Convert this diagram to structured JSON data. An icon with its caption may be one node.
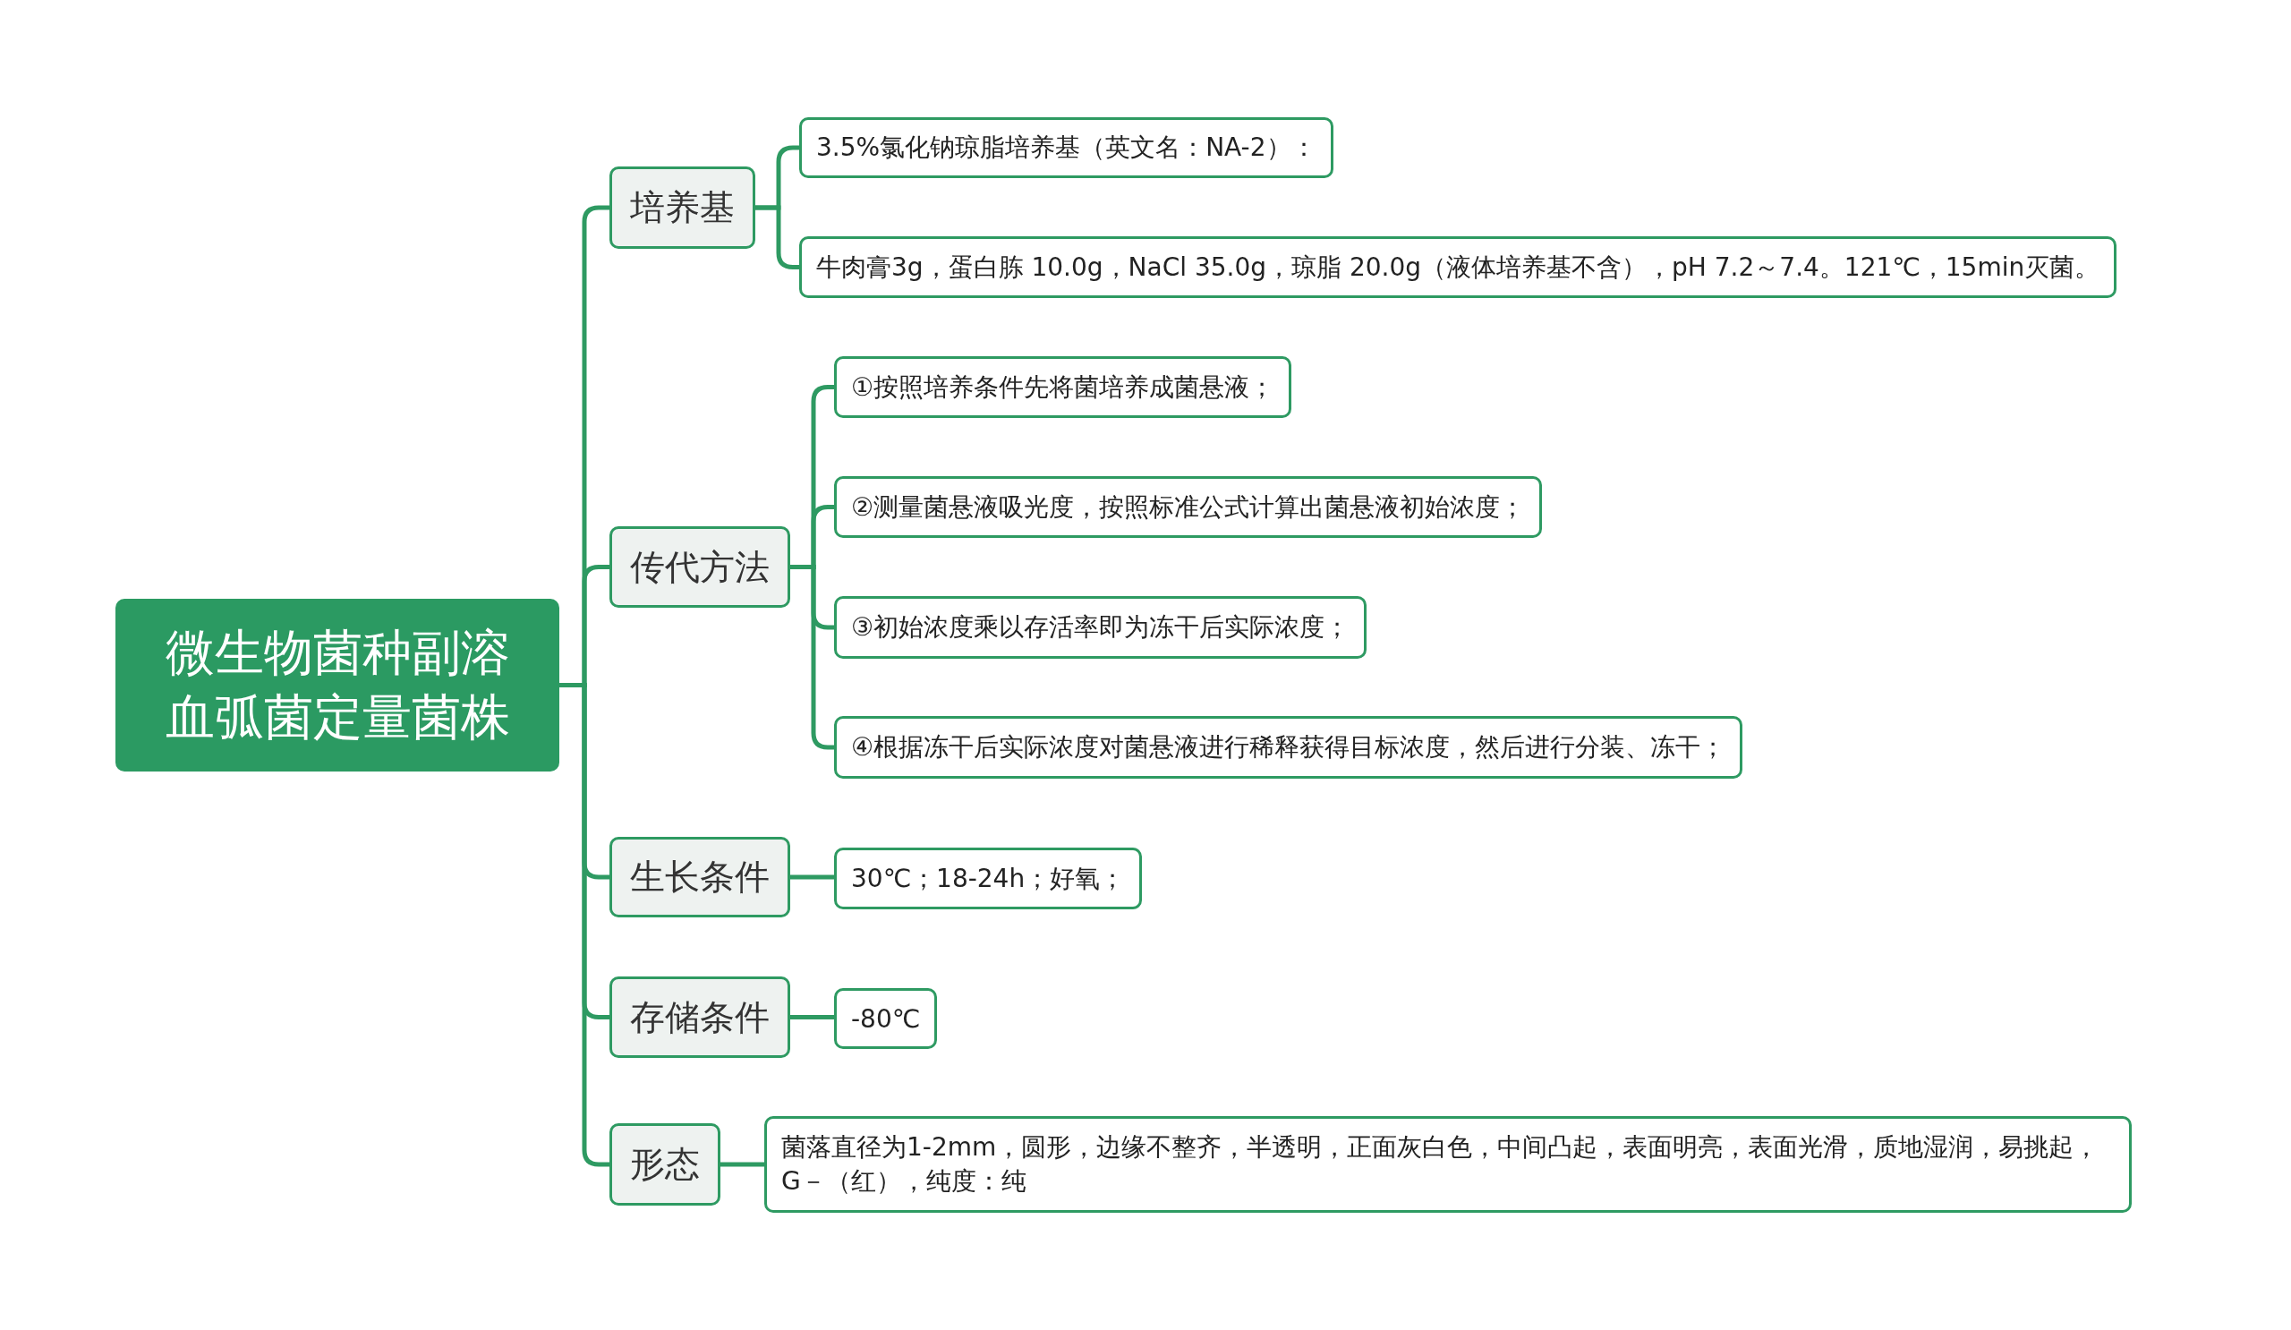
{
  "diagram": {
    "nodes": [
      {
        "text": [
          "微生物菌种副溶血弧菌定量菌株"
        ]
      },
      {
        "text": [
          "培养基"
        ]
      },
      {
        "text": [
          "3.5%氯化钠琼脂培养基（英文名：NA-2）："
        ]
      },
      {
        "text": [
          "牛肉膏3g，蛋白胨 10.0g，NaCl 35.0g，琼脂 20.0g（液体培养基不含），pH 7.2～7.4。121℃，15min灭菌。"
        ]
      },
      {
        "text": [
          "传代方法"
        ]
      },
      {
        "text": [
          "①按照培养条件先将菌培养成菌悬液；"
        ]
      },
      {
        "text": [
          "②测量菌悬液吸光度，按照标准公式计算出菌悬液初始浓度；"
        ]
      },
      {
        "text": [
          "③初始浓度乘以存活率即为冻干后实际浓度；"
        ]
      },
      {
        "text": [
          "④根据冻干后实际浓度对菌悬液进行稀释获得目标浓度，然后进行分装、冻干；"
        ]
      },
      {
        "text": [
          "生长条件"
        ]
      },
      {
        "text": [
          "30℃；18-24h；好氧；"
        ]
      },
      {
        "text": [
          "存储条件"
        ]
      },
      {
        "text": [
          "-80℃"
        ]
      },
      {
        "text": [
          "形态"
        ]
      },
      {
        "text": [
          "菌落直径为1-2mm，圆形，边缘不整齐，半透明，正面灰白色，中间凸起，表面明亮，表面光滑，质地湿润，易挑起，G－（红），纯度：纯"
        ]
      }
    ],
    "edges": [
      {
        "from": 0,
        "to": 1,
        "arrow": "none"
      },
      {
        "from": 0,
        "to": 4,
        "arrow": "none"
      },
      {
        "from": 0,
        "to": 9,
        "arrow": "none"
      },
      {
        "from": 0,
        "to": 11,
        "arrow": "none"
      },
      {
        "from": 0,
        "to": 13,
        "arrow": "none"
      },
      {
        "from": 1,
        "to": 2,
        "arrow": "none"
      },
      {
        "from": 1,
        "to": 3,
        "arrow": "none"
      },
      {
        "from": 4,
        "to": 5,
        "arrow": "none"
      },
      {
        "from": 4,
        "to": 6,
        "arrow": "none"
      },
      {
        "from": 4,
        "to": 7,
        "arrow": "none"
      },
      {
        "from": 4,
        "to": 8,
        "arrow": "none"
      },
      {
        "from": 9,
        "to": 10,
        "arrow": "none"
      },
      {
        "from": 11,
        "to": 12,
        "arrow": "none"
      },
      {
        "from": 13,
        "to": 14,
        "arrow": "none"
      }
    ]
  }
}
